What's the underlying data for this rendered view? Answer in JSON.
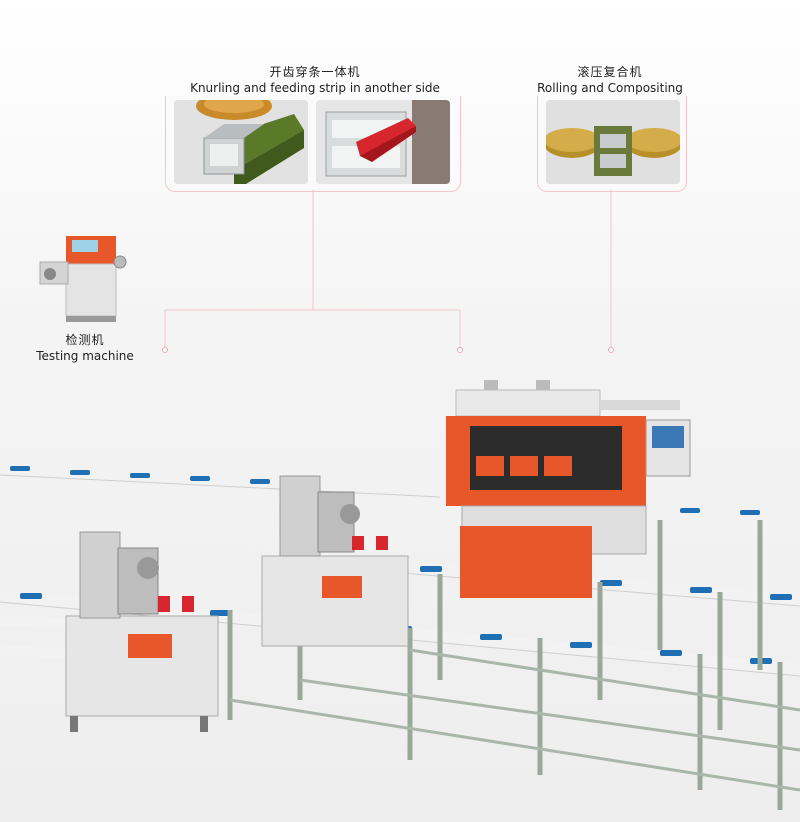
{
  "stations": {
    "knurling": {
      "title_zh": "开齿穿条一体机",
      "title_en": "Knurling and feeding strip in another side",
      "thumbnail_1_icon": "knurling-profile-image",
      "thumbnail_2_icon": "feeding-strip-profile-image"
    },
    "rolling": {
      "title_zh": "滚压复合机",
      "title_en": "Rolling and Compositing",
      "thumbnail_icon": "rolling-wheels-image"
    },
    "testing": {
      "title_zh": "检测机",
      "title_en": "Testing machine"
    }
  },
  "colors": {
    "machine_orange": "#e8572a",
    "machine_grey": "#dcdcdc",
    "rail_white": "#f2f2f2",
    "rail_blue": "#1f6fb5",
    "frame_green": "#9aa89a",
    "connector_pink": "#f2c6cb",
    "wheel_gold": "#c9a23a",
    "strip_red": "#d7262e"
  }
}
